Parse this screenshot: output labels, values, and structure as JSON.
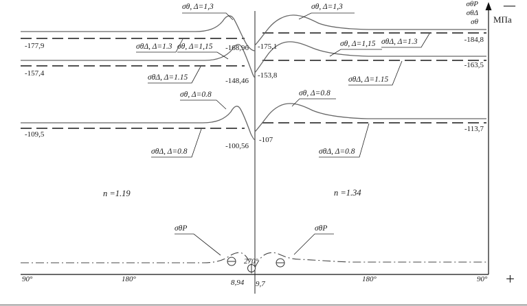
{
  "meta": {
    "unit": "МПа",
    "minus_sign": "—",
    "plus_sign": "+"
  },
  "axis_legend": {
    "sigma_p": "σθP",
    "sigma_delta": "σθΔ",
    "sigma": "σθ"
  },
  "x_ticks": {
    "left_90": "90°",
    "left_180": "180°",
    "center_270": "270°",
    "offset_left": "8,94",
    "offset_right": "9,7",
    "right_180": "180°",
    "right_90": "90°"
  },
  "groups": {
    "g1": {
      "curve_label_left": "σθ, Δ=1,3",
      "curve_label_right": "σθ, Δ=1,3",
      "dash_label_left": "σθΔ, Δ=1.3",
      "dash_label_right": "σθΔ, Δ=1.3",
      "left_value": "-177,9",
      "center_left_value": "-168,96",
      "center_right_value": "-175,1",
      "right_value": "-184,8"
    },
    "g2": {
      "curve_label_left": "σθ, Δ=1,15",
      "curve_label_right": "σθ, Δ=1,15",
      "dash_label_left": "σθΔ, Δ=1.15",
      "dash_label_right": "σθΔ, Δ=1.15",
      "left_value": "-157,4",
      "center_left_value": "-148,46",
      "center_right_value": "-153,8",
      "right_value": "-163,5"
    },
    "g3": {
      "curve_label_left": "σθ, Δ=0.8",
      "curve_label_right": "σθ, Δ=0.8",
      "dash_label_left": "σθΔ, Δ=0.8",
      "dash_label_right": "σθΔ, Δ=0.8",
      "left_value": "-109,5",
      "center_left_value": "-100,56",
      "center_right_value": "-107",
      "right_value": "-113,7"
    }
  },
  "p_curve": {
    "label_left": "σθP",
    "label_right": "σθP"
  },
  "n_factors": {
    "left": "n =1.19",
    "right": "n =1.34"
  },
  "chart_data": {
    "type": "line",
    "y_unit": "МПа",
    "y_direction": "compressive (negative) plotted upward",
    "x_ticks": [
      "90°",
      "180°",
      "270°",
      "180°",
      "90°"
    ],
    "series": [
      {
        "name": "σθ, Δ=1,3 (left half)",
        "plateau": -177.9,
        "value_at_270": -168.96
      },
      {
        "name": "σθ, Δ=1,3 (right half)",
        "plateau": -184.8,
        "value_at_270": -175.1
      },
      {
        "name": "σθ, Δ=1,15 (left half)",
        "plateau": -157.4,
        "value_at_270": -148.46
      },
      {
        "name": "σθ, Δ=1,15 (right half)",
        "plateau": -163.5,
        "value_at_270": -153.8
      },
      {
        "name": "σθ, Δ=0.8 (left half)",
        "plateau": -109.5,
        "value_at_270": -100.56
      },
      {
        "name": "σθ, Δ=0.8 (right half)",
        "plateau": -113.7,
        "value_at_270": -107
      },
      {
        "name": "σθP",
        "shape": "dash-dot curve near zero with negative lobes around 270°"
      }
    ],
    "dashed_levels": [
      {
        "name": "σθΔ, Δ=1.3",
        "left": -177.9,
        "right": -184.8
      },
      {
        "name": "σθΔ, Δ=1.15",
        "left": -157.4,
        "right": -163.5
      },
      {
        "name": "σθΔ, Δ=0.8",
        "left": -109.5,
        "right": -113.7
      }
    ],
    "annotations": {
      "n_left": "n =1.19",
      "n_right": "n =1.34",
      "delta_left_at_270": "8,94",
      "delta_right_at_270": "9,7"
    },
    "legend": [
      "σθP",
      "σθΔ",
      "σθ"
    ]
  }
}
